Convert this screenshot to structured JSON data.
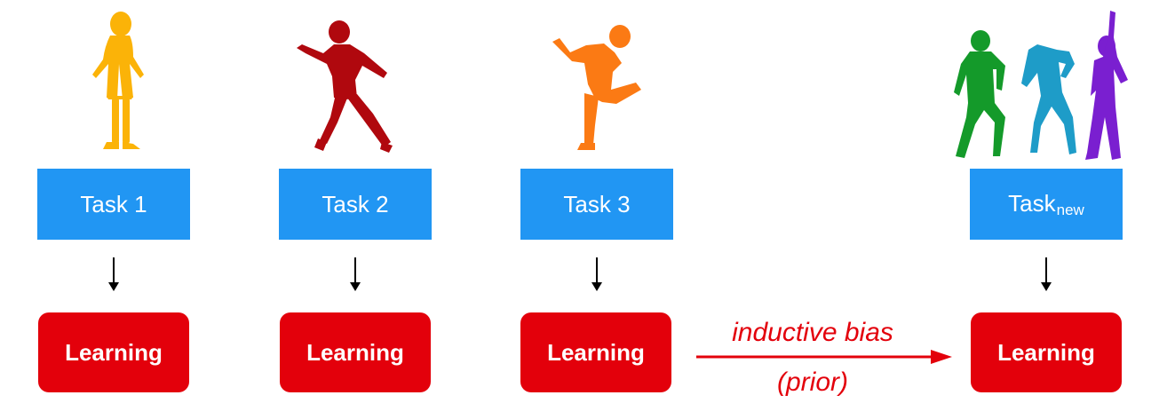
{
  "colors": {
    "task_box": "#2196f3",
    "learning_box": "#e3000b",
    "figure_yellow": "#fbb308",
    "figure_darkred": "#b0080e",
    "figure_orange": "#fb7a14",
    "figure_green": "#149a2a",
    "figure_teal": "#1e9cc8",
    "figure_purple": "#7a1fd0"
  },
  "tasks": [
    {
      "label": "Task 1"
    },
    {
      "label": "Task 2"
    },
    {
      "label": "Task 3"
    },
    {
      "label": "Task",
      "subscript": "new"
    }
  ],
  "learning": [
    {
      "label": "Learning"
    },
    {
      "label": "Learning"
    },
    {
      "label": "Learning"
    },
    {
      "label": "Learning"
    }
  ],
  "bias": {
    "label": "inductive bias",
    "sublabel": "(prior)"
  },
  "icons": [
    "child-silhouette-standing",
    "child-silhouette-running",
    "child-silhouette-kicking",
    "child-silhouette-dancing-group"
  ]
}
